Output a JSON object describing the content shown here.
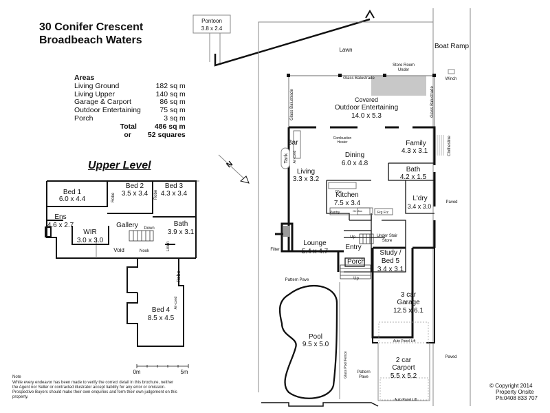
{
  "header": {
    "address_line1": "30 Conifer Crescent",
    "address_line2": "Broadbeach Waters"
  },
  "areas": {
    "heading": "Areas",
    "rows": [
      {
        "label": "Living Ground",
        "value": "182 sq m"
      },
      {
        "label": "Living Upper",
        "value": "140 sq m"
      },
      {
        "label": "Garage & Carport",
        "value": "86 sq m"
      },
      {
        "label": "Outdoor Entertaining",
        "value": "75 sq m"
      },
      {
        "label": "Porch",
        "value": "3 sq m"
      }
    ],
    "total_label": "Total",
    "total_value": "486 sq m",
    "or_label": "or",
    "squares_value": "52 squares"
  },
  "upper_level": {
    "title": "Upper Level",
    "rooms": {
      "bed1": {
        "name": "Bed 1",
        "size": "6.0 x 4.4"
      },
      "bed2": {
        "name": "Bed 2",
        "size": "3.5 x 3.4"
      },
      "bed3": {
        "name": "Bed 3",
        "size": "4.3 x 3.4"
      },
      "ens": {
        "name": "Ens",
        "size": "4.6 x 2.7"
      },
      "wir": {
        "name": "WIR",
        "size": "3.0 x 3.0"
      },
      "bath": {
        "name": "Bath",
        "size": "3.9 x 3.1"
      },
      "bed4": {
        "name": "Bed 4",
        "size": "8.5 x 4.5"
      }
    },
    "labels": {
      "gallery": "Gallery",
      "down": "Down",
      "void": "Void",
      "nook": "Nook",
      "linen": "Linen",
      "robe": "Robe",
      "aircond": "Air-cond"
    }
  },
  "ground_level": {
    "rooms": {
      "outdoor": {
        "prefix": "Covered",
        "name": "Outdoor Entertaining",
        "size": "14.0 x 5.3"
      },
      "dining": {
        "name": "Dining",
        "size": "6.0 x 4.8"
      },
      "family": {
        "name": "Family",
        "size": "4.3 x 3.1"
      },
      "living": {
        "name": "Living",
        "size": "3.3 x 3.2"
      },
      "kitchen": {
        "name": "Kitchen",
        "size": "7.5 x 3.4"
      },
      "bath": {
        "name": "Bath",
        "size": "4.2 x 1.5"
      },
      "ldry": {
        "name": "L'dry",
        "size": "3.4 x 3.0"
      },
      "lounge": {
        "name": "Lounge",
        "size": "5.4 x 4.7"
      },
      "study": {
        "name": "Study /",
        "name2": "Bed 5",
        "size": "3.4 x 3.1"
      },
      "garage": {
        "name": "3 car",
        "name2": "Garage",
        "size": "12.5 x 6.1"
      },
      "carport": {
        "name": "2 car",
        "name2": "Carport",
        "size": "5.5 x 5.2"
      },
      "pool": {
        "name": "Pool",
        "size": "9.5 x 5.0"
      },
      "pontoon": {
        "name": "Pontoon",
        "size": "3.8 x 2.4"
      }
    },
    "labels": {
      "lawn": "Lawn",
      "boat_ramp": "Boat Ramp",
      "store_room": "Store Room",
      "store_under": "Under",
      "winch": "Winch",
      "glass_balustrade": "Glass Balustrade",
      "bar": "Bar",
      "combustion": "Combustion",
      "heater": "Heater",
      "tank": "Tank",
      "aircond": "Air-cond",
      "clothesline": "Clothesline",
      "paved": "Paved",
      "pantry": "Pantry",
      "oven": "O/n Mw",
      "dw": "D/w",
      "frg": "Frg Frz",
      "up": "Up",
      "under_stair": "Under Stair",
      "store": "Store",
      "entry": "Entry",
      "porch": "Porch",
      "filter": "Filter",
      "pattern_pave": "Pattern Pave",
      "pattern": "Pattern",
      "pave": "Pave",
      "glass_pool_fence": "Glass Pool Fence",
      "auto_panel_lift": "Auto Panel Lift",
      "north": "N"
    }
  },
  "scale": {
    "start": "0m",
    "end": "5m"
  },
  "note": {
    "heading": "Note",
    "text": "While every endeavor has been made to verify the correct detail in this brochure, neither the Agent nor Seller or contracted illustrator accept liability for any error or omission. Prospective Buyers should make their own enquiries and form their own judgement on this property."
  },
  "copyright": {
    "symbol": "©",
    "line1": "Copyright 2014",
    "line2": "Property Onsite",
    "line3": "Ph:0408 833 707"
  },
  "colors": {
    "wall": "#111111",
    "thin_line": "#888888",
    "store_fill": "#c8c8c8"
  }
}
